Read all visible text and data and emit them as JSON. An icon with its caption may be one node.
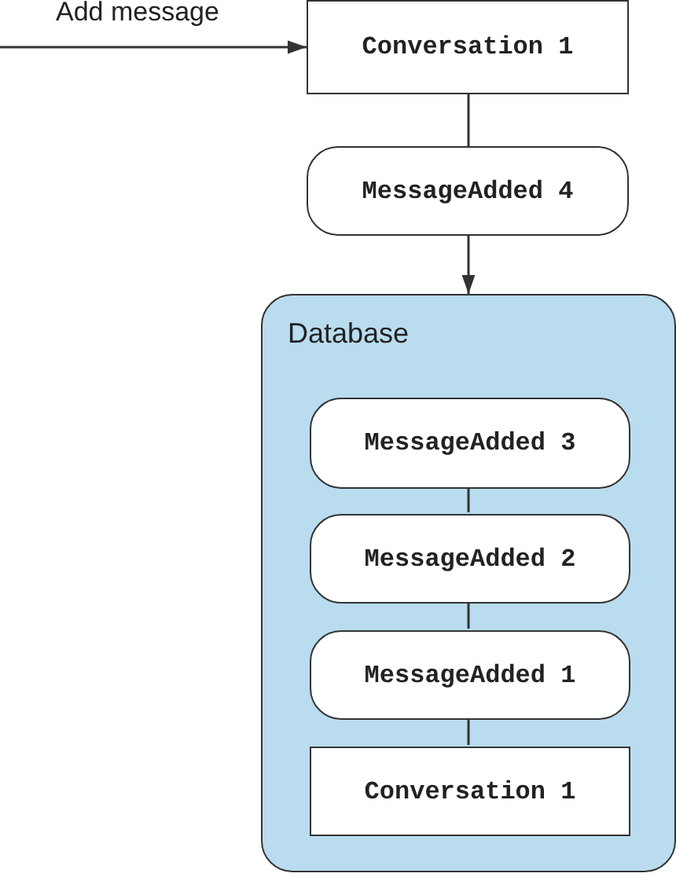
{
  "diagram": {
    "nodes": [
      {
        "text": [
          "Conversation 1"
        ]
      },
      {
        "text": [
          "MessageAdded 4"
        ]
      },
      {
        "text": [
          "Database"
        ]
      },
      {
        "text": [
          "MessageAdded 3"
        ],
        "in": 2
      },
      {
        "text": [
          "MessageAdded 2"
        ],
        "in": 2
      },
      {
        "text": [
          "MessageAdded 1"
        ],
        "in": 2
      },
      {
        "text": [
          "Conversation 1"
        ],
        "in": 2
      }
    ],
    "edges": [
      {
        "from": null,
        "to": 0,
        "arrow": "to",
        "label": "Add message"
      },
      {
        "from": 0,
        "to": 1,
        "arrow": "none"
      },
      {
        "from": 1,
        "to": 2,
        "arrow": "to"
      },
      {
        "from": 3,
        "to": 4,
        "arrow": "none"
      },
      {
        "from": 4,
        "to": 5,
        "arrow": "none"
      },
      {
        "from": 5,
        "to": 6,
        "arrow": "none"
      }
    ]
  }
}
